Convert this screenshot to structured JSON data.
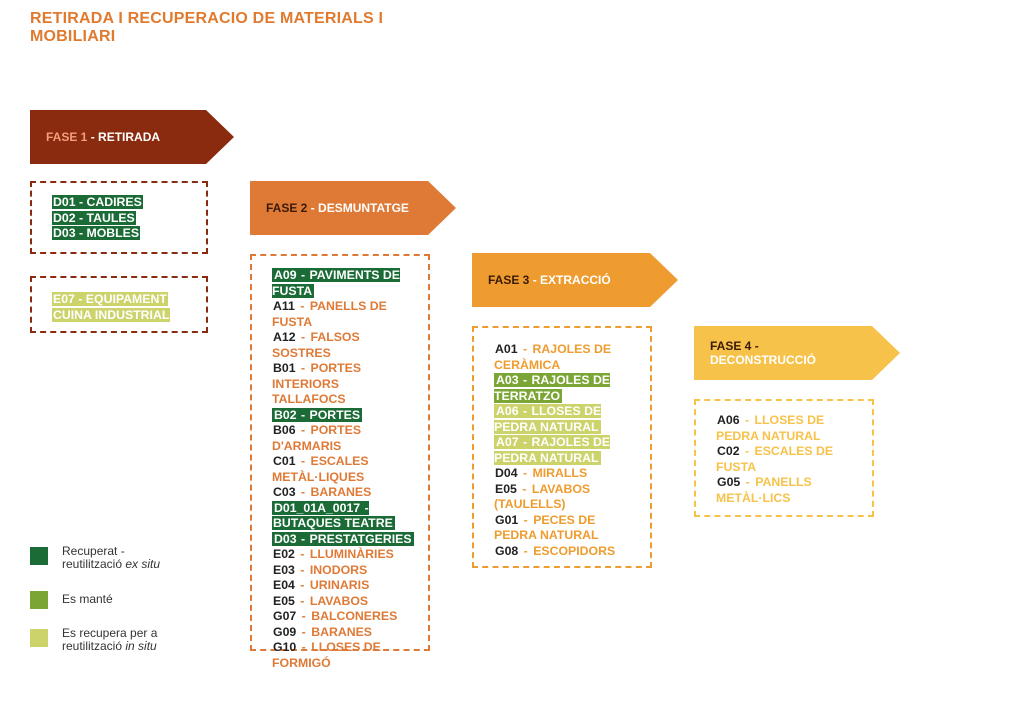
{
  "title": "RETIRADA I RECUPERACIO DE MATERIALS I MOBILIARI",
  "colors": {
    "dark_green": "#1a6b36",
    "mid_green": "#7ba535",
    "yellow_green": "#ccd36b",
    "phase1": "#8a2a0e",
    "phase2": "#df7a36",
    "phase3": "#ee9c2f",
    "phase4": "#f7c24a"
  },
  "phases": [
    {
      "code": "FASE 1",
      "sep": " - ",
      "name": "RETIRADA"
    },
    {
      "code": "FASE 2",
      "sep": " - ",
      "name": "DESMUNTATGE"
    },
    {
      "code": "FASE 3",
      "sep": " - ",
      "name": "EXTRACCIÓ"
    },
    {
      "code": "FASE 4",
      "sep": " - ",
      "name": "DECONSTRUCCIÓ"
    }
  ],
  "box_fase1_a": [
    "D01 - CADIRES",
    "D02 - TAULES",
    "D03 - MOBLES"
  ],
  "box_fase1_b": [
    "E07 - EQUIPAMENT",
    "CUINA INDUSTRIAL"
  ],
  "box_fase2": [
    {
      "code": "A09",
      "name": "PAVIMENTS DE FUSTA"
    },
    {
      "code": "A11",
      "name": "PANELLS DE FUSTA"
    },
    {
      "code": "A12",
      "name": "FALSOS SOSTRES"
    },
    {
      "code": "B01",
      "name": "PORTES INTERIORS TALLAFOCS"
    },
    {
      "code": "B02",
      "name": "PORTES"
    },
    {
      "code": "B06",
      "name": "PORTES D'ARMARIS"
    },
    {
      "code": "C01",
      "name": "ESCALES METÀL·LIQUES"
    },
    {
      "code": "C03",
      "name": "BARANES"
    },
    {
      "code": "D01_01A_0017",
      "name": "BUTAQUES TEATRE"
    },
    {
      "code": "D03",
      "name": "PRESTATGERIES"
    },
    {
      "code": "E02",
      "name": "LLUMINÀRIES"
    },
    {
      "code": "E03",
      "name": "INODORS"
    },
    {
      "code": "E04",
      "name": "URINARIS"
    },
    {
      "code": "E05",
      "name": "LAVABOS"
    },
    {
      "code": "G07",
      "name": "BALCONERES"
    },
    {
      "code": "G09",
      "name": "BARANES"
    },
    {
      "code": "G10",
      "name": "LLOSES DE FORMIGÓ"
    }
  ],
  "box_fase3": [
    {
      "code": "A01",
      "name": "RAJOLES DE CERÀMICA"
    },
    {
      "code": "A03",
      "name": "RAJOLES DE TERRATZO"
    },
    {
      "code": "A06",
      "name": "LLOSES DE PEDRA NATURAL"
    },
    {
      "code": "A07",
      "name": "RAJOLES DE PEDRA NATURAL"
    },
    {
      "code": "D04",
      "name": "MIRALLS"
    },
    {
      "code": "E05",
      "name": "LAVABOS (TAULELLS)"
    },
    {
      "code": "G01",
      "name": "PECES DE PEDRA NATURAL"
    },
    {
      "code": "G08",
      "name": "ESCOPIDORS"
    }
  ],
  "box_fase4": [
    {
      "code": "A06",
      "name": "LLOSES DE PEDRA NATURAL"
    },
    {
      "code": "C02",
      "name": "ESCALES DE FUSTA"
    },
    {
      "code": "G05",
      "name": "PANELLS METÀL·LICS"
    }
  ],
  "legend": [
    {
      "line1": "Recuperat -",
      "line2_plain": "reutilització ",
      "line2_italic": "ex situ",
      "color": "#1a6b36"
    },
    {
      "line1": "Es manté",
      "line2_plain": "",
      "line2_italic": "",
      "color": "#7ba535"
    },
    {
      "line1": "Es recupera per a",
      "line2_plain": "reutilització ",
      "line2_italic": "in situ",
      "color": "#ccd36b"
    }
  ]
}
